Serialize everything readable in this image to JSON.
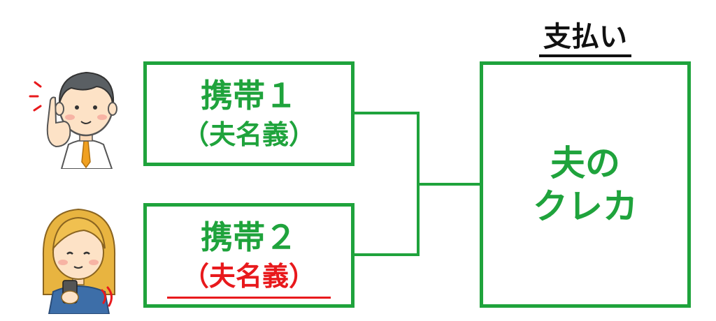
{
  "payment": {
    "heading": "支払い"
  },
  "phones": [
    {
      "title": "携帯１",
      "owner": "（夫名義）"
    },
    {
      "title": "携帯２",
      "owner": "（夫名義）"
    }
  ],
  "payer": {
    "line1": "夫の",
    "line2": "クレカ"
  },
  "colors": {
    "accent": "#1fa33c",
    "highlight": "#e8191c",
    "text": "#111111"
  },
  "icons": {
    "person1": "man-pointing-icon",
    "person2": "woman-smartphone-icon"
  }
}
